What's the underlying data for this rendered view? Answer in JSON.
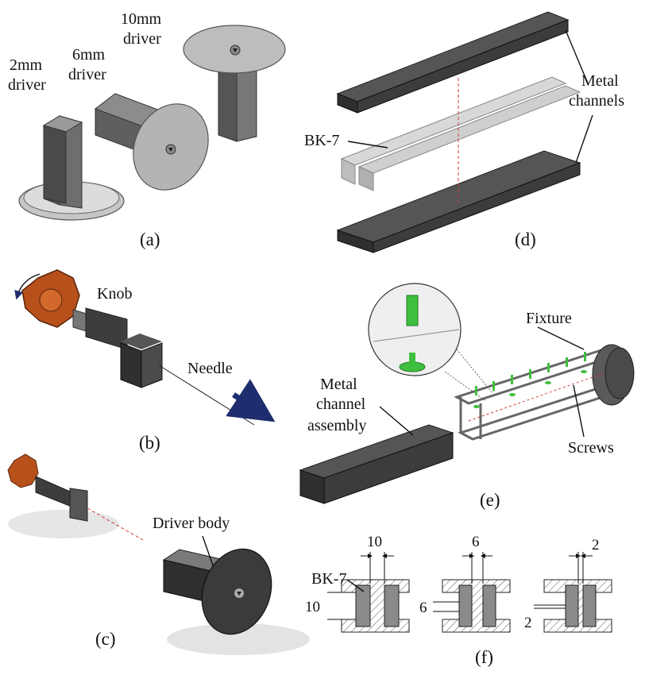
{
  "panels": {
    "a": {
      "caption": "(a)",
      "label_2mm_line1": "2mm",
      "label_2mm_line2": "driver",
      "label_6mm_line1": "6mm",
      "label_6mm_line2": "driver",
      "label_10mm_line1": "10mm",
      "label_10mm_line2": "driver"
    },
    "b": {
      "caption": "(b)",
      "knob_label": "Knob",
      "needle_label": "Needle"
    },
    "c": {
      "caption": "(c)",
      "driver_body_label": "Driver body"
    },
    "d": {
      "caption": "(d)",
      "bk7_label": "BK-7",
      "metal_channels_line1": "Metal",
      "metal_channels_line2": "channels"
    },
    "e": {
      "caption": "(e)",
      "fixture_label": "Fixture",
      "screws_label": "Screws",
      "assembly_line1": "Metal",
      "assembly_line2": "channel",
      "assembly_line3": "assembly"
    },
    "f": {
      "caption": "(f)",
      "bk7_label": "BK-7",
      "sections": [
        {
          "width_label": "10",
          "height_label": "10"
        },
        {
          "width_label": "6",
          "height_label": "6"
        },
        {
          "width_label": "2",
          "height_label": "2"
        }
      ]
    }
  },
  "colors": {
    "metal_dark": "#3c3c3c",
    "metal_light": "#a9a9a9",
    "glass": "#c8c8c8",
    "knob_orange": "#b8501c",
    "screw_green": "#3fbf3f",
    "arrow_blue": "#1e2d6e",
    "guide_red": "#d23a3a",
    "hatch": "#555555"
  }
}
